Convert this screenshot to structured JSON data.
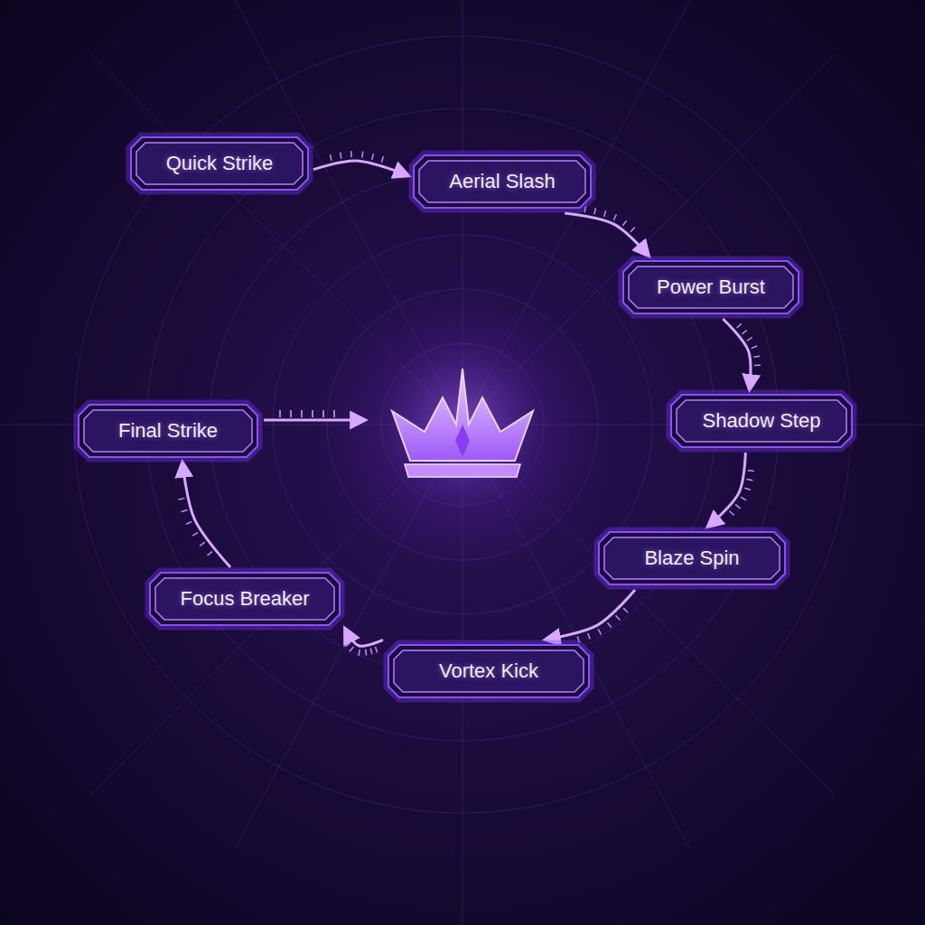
{
  "diagram": {
    "nodes": [
      {
        "text": [
          "Quick Strike"
        ]
      },
      {
        "text": [
          "Aerial Slash"
        ]
      },
      {
        "text": [
          "Power Burst"
        ]
      },
      {
        "text": [
          "Shadow Step"
        ]
      },
      {
        "text": [
          "Blaze Spin"
        ]
      },
      {
        "text": [
          "Vortex Kick"
        ]
      },
      {
        "text": [
          "Focus Breaker"
        ]
      },
      {
        "text": [
          "Final Strike"
        ]
      }
    ],
    "edges": [
      {
        "from": 0,
        "to": 1,
        "arrow": "to"
      },
      {
        "from": 1,
        "to": 2,
        "arrow": "to"
      },
      {
        "from": 2,
        "to": 3,
        "arrow": "to"
      },
      {
        "from": 3,
        "to": 4,
        "arrow": "to"
      },
      {
        "from": 4,
        "to": 5,
        "arrow": "to"
      },
      {
        "from": 5,
        "to": 6,
        "arrow": "to"
      },
      {
        "from": 6,
        "to": 7,
        "arrow": "to"
      }
    ]
  }
}
